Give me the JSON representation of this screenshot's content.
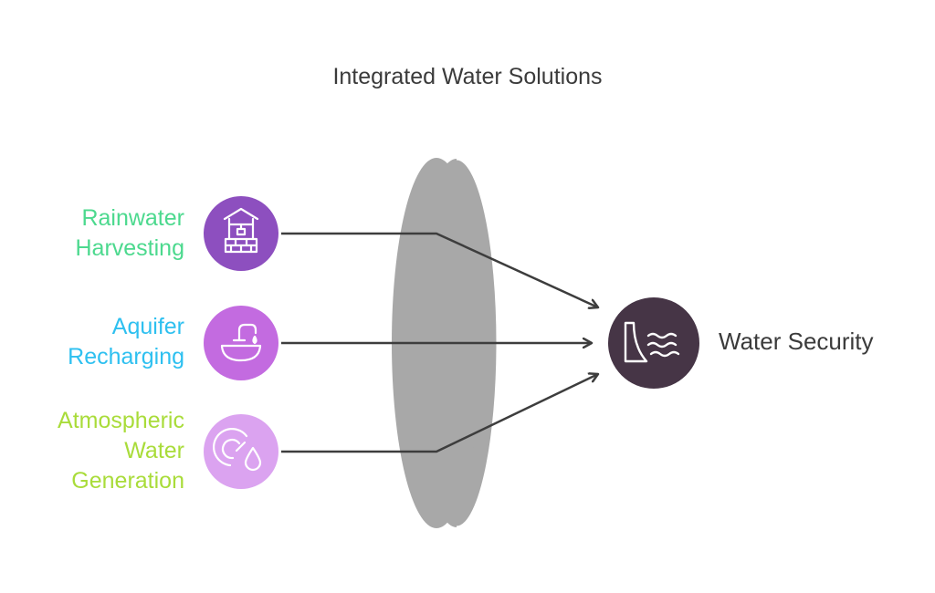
{
  "title": "Integrated Water Solutions",
  "inputs": [
    {
      "lines": [
        "Rainwater",
        "Harvesting"
      ],
      "color": "#4cd98e",
      "circle_color": "#8d4fbf",
      "icon": "well-icon"
    },
    {
      "lines": [
        "Aquifer",
        "Recharging"
      ],
      "color": "#2ec0f0",
      "circle_color": "#c36be0",
      "icon": "faucet-basin-icon"
    },
    {
      "lines": [
        "Atmospheric",
        "Water",
        "Generation"
      ],
      "color": "#a9dc3a",
      "circle_color": "#dba3f0",
      "icon": "gauge-drop-icon"
    }
  ],
  "output": {
    "label": "Water Security",
    "circle_color": "#463546",
    "icon": "dam-waves-icon"
  },
  "lens_color": "#a8a8a8",
  "arrow_color": "#3d3d3d"
}
